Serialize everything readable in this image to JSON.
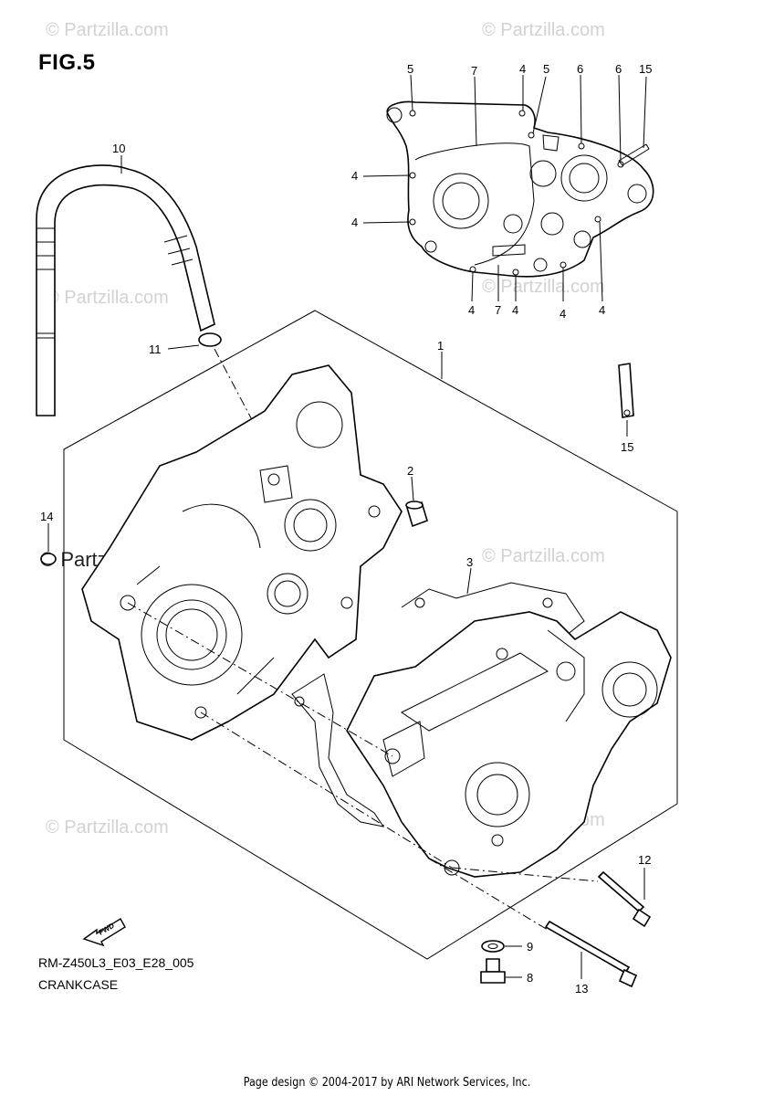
{
  "figure": {
    "title": "FIG.5",
    "code": "RM-Z450L3_E03_E28_005",
    "caption": "CRANKCASE"
  },
  "credit": "Page design © 2004-2017 by ARI Network Services, Inc.",
  "watermark": {
    "text": "© Partzilla.com",
    "color": "#d2d2d2"
  },
  "fwd_label": "FWD",
  "callouts": {
    "c_5a": "5",
    "c_7a": "7",
    "c_4a": "4",
    "c_5b": "5",
    "c_6a": "6",
    "c_6b": "6",
    "c_15a": "15",
    "c_4b": "4",
    "c_4c": "4",
    "c_4d": "4",
    "c_7b": "7",
    "c_4e": "4",
    "c_4f": "4",
    "c_4g": "4",
    "c_10": "10",
    "c_11": "11",
    "c_1": "1",
    "c_2": "2",
    "c_14": "14",
    "c_15b": "15",
    "c_3": "3",
    "c_12": "12",
    "c_9": "9",
    "c_8": "8",
    "c_13": "13"
  }
}
